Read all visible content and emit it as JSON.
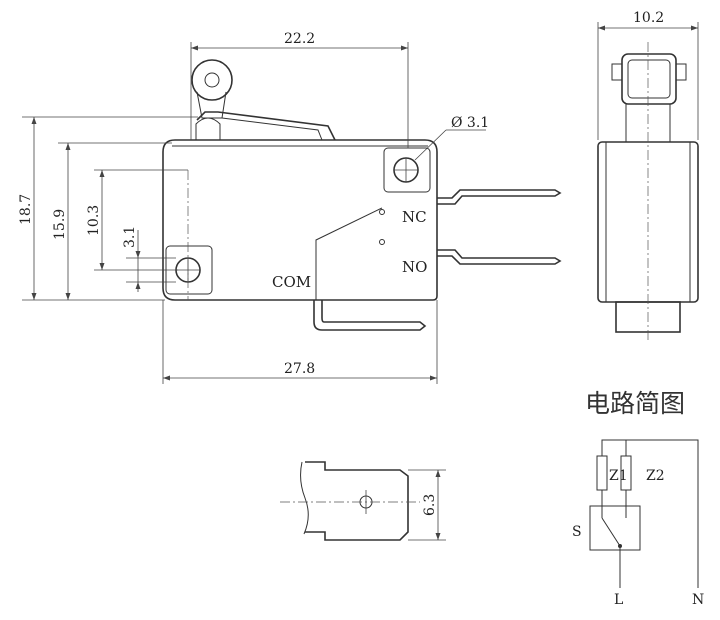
{
  "dimensions": {
    "width_front": "22.2",
    "width_side": "10.2",
    "hole_dia": "Ø 3.1",
    "height_total": "18.7",
    "height_body": "15.9",
    "height_mount": "10.3",
    "hole_offset": "3.1",
    "length_body": "27.8",
    "terminal_width": "6.3"
  },
  "terminals": {
    "nc": "NC",
    "no": "NO",
    "com": "COM"
  },
  "circuit": {
    "title": "电路简图",
    "z1": "Z1",
    "z2": "Z2",
    "switch": "S",
    "line": "L",
    "neutral": "N"
  }
}
